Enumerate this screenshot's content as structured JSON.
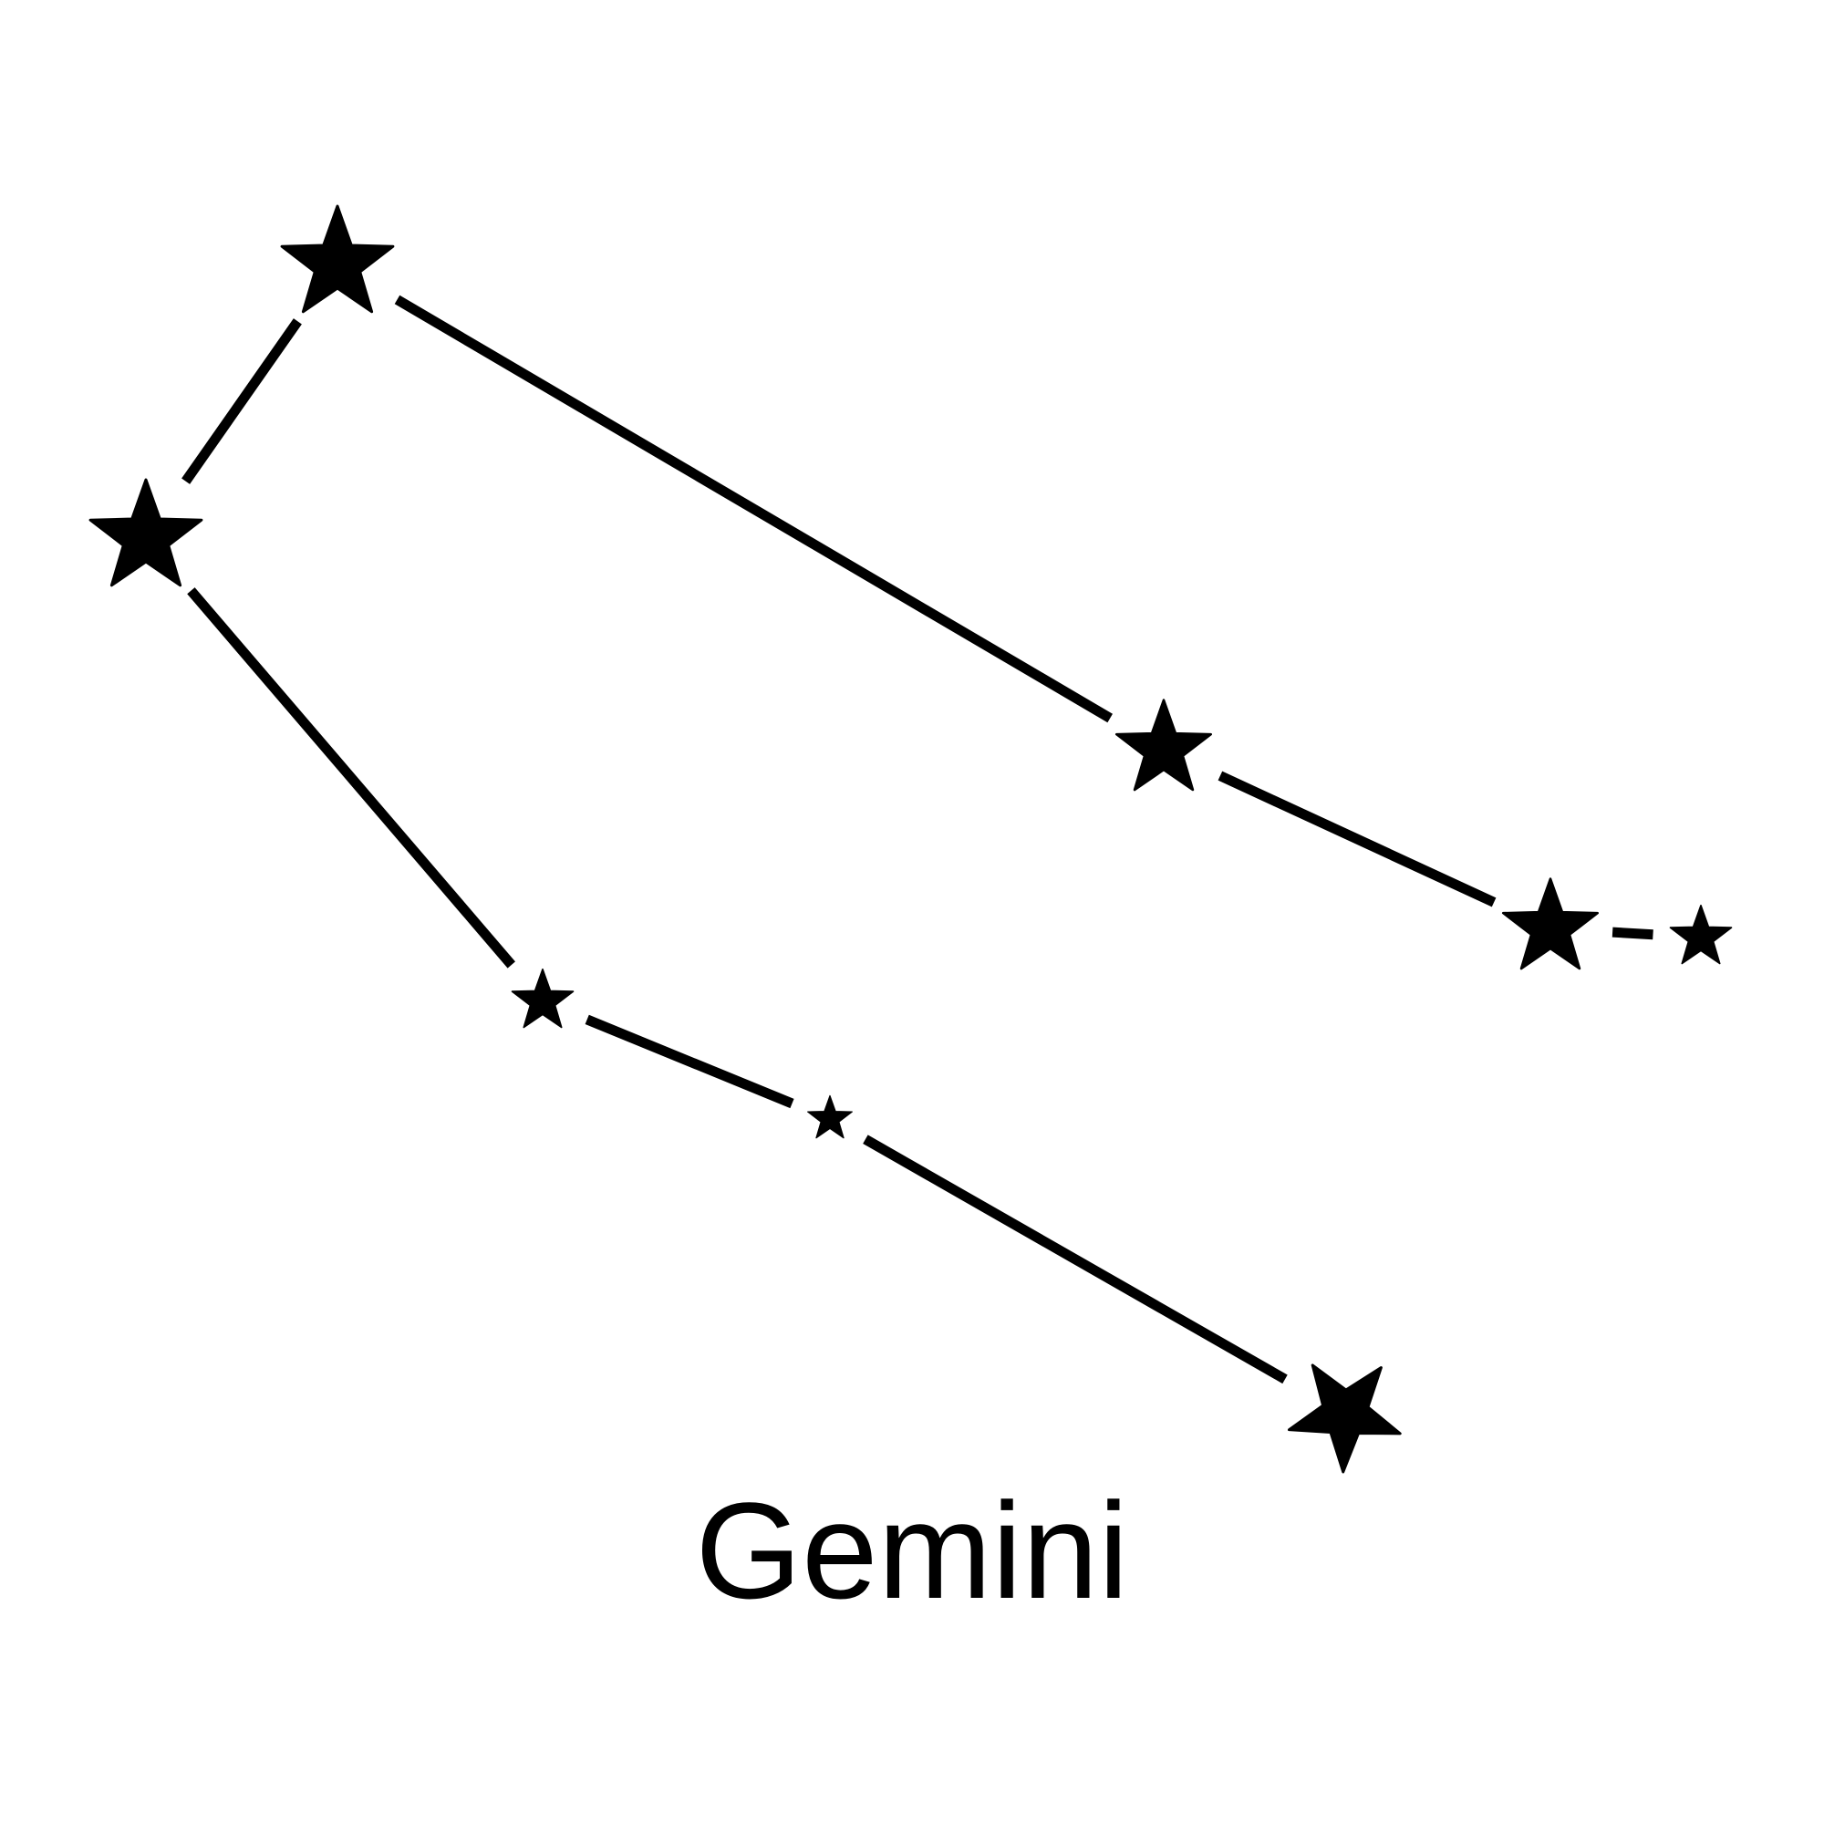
{
  "title": "Gemini",
  "colors": {
    "ink": "#000000",
    "background": "#ffffff"
  },
  "stars": [
    {
      "id": "star-1",
      "size": "large",
      "icon": "star-icon"
    },
    {
      "id": "star-2",
      "size": "large",
      "icon": "star-icon"
    },
    {
      "id": "star-3",
      "size": "large",
      "icon": "star-icon"
    },
    {
      "id": "star-4",
      "size": "large",
      "icon": "star-icon"
    },
    {
      "id": "star-5",
      "size": "small",
      "icon": "star-icon"
    },
    {
      "id": "star-6",
      "size": "small",
      "icon": "star-icon"
    },
    {
      "id": "star-7",
      "size": "small",
      "icon": "star-icon"
    },
    {
      "id": "star-8",
      "size": "large",
      "icon": "star-icon"
    }
  ],
  "connections": [
    [
      "star-2",
      "star-1"
    ],
    [
      "star-1",
      "star-3"
    ],
    [
      "star-3",
      "star-4"
    ],
    [
      "star-4",
      "star-5"
    ],
    [
      "star-2",
      "star-6"
    ],
    [
      "star-6",
      "star-7"
    ],
    [
      "star-7",
      "star-8"
    ]
  ]
}
